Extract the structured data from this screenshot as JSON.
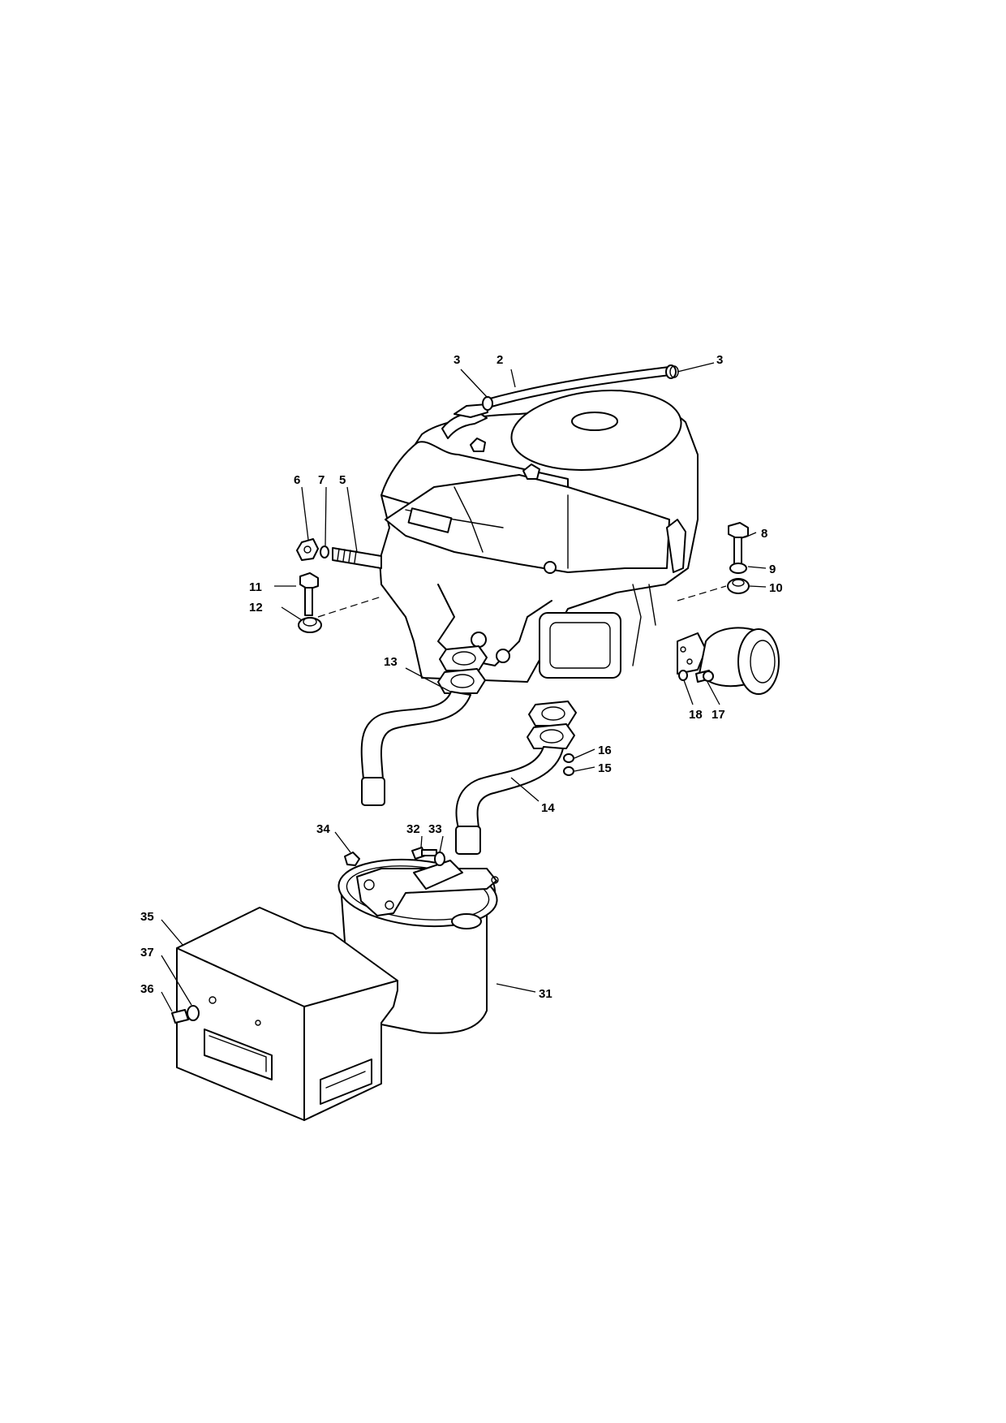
{
  "diagram": {
    "callouts": [
      {
        "id": "c3a",
        "text": "3"
      },
      {
        "id": "c2",
        "text": "2"
      },
      {
        "id": "c3b",
        "text": "3"
      },
      {
        "id": "c6",
        "text": "6"
      },
      {
        "id": "c7",
        "text": "7"
      },
      {
        "id": "c5",
        "text": "5"
      },
      {
        "id": "c8",
        "text": "8"
      },
      {
        "id": "c9",
        "text": "9"
      },
      {
        "id": "c10",
        "text": "10"
      },
      {
        "id": "c11",
        "text": "11"
      },
      {
        "id": "c12",
        "text": "12"
      },
      {
        "id": "c13",
        "text": "13"
      },
      {
        "id": "c18",
        "text": "18"
      },
      {
        "id": "c17",
        "text": "17"
      },
      {
        "id": "c16",
        "text": "16"
      },
      {
        "id": "c15",
        "text": "15"
      },
      {
        "id": "c14",
        "text": "14"
      },
      {
        "id": "c34",
        "text": "34"
      },
      {
        "id": "c32",
        "text": "32"
      },
      {
        "id": "c33",
        "text": "33"
      },
      {
        "id": "c35",
        "text": "35"
      },
      {
        "id": "c37",
        "text": "37"
      },
      {
        "id": "c36",
        "text": "36"
      },
      {
        "id": "c31",
        "text": "31"
      }
    ]
  }
}
